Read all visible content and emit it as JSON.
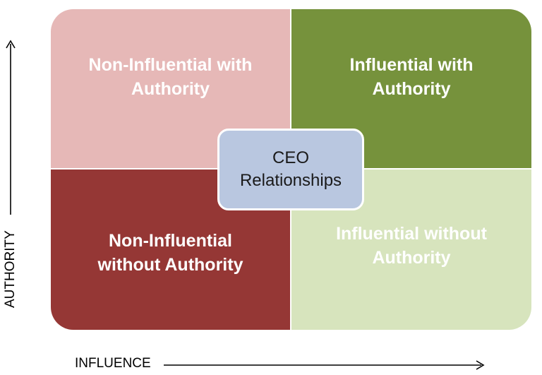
{
  "quadrants": {
    "top_left": {
      "line1": "Non-Influential with",
      "line2": "Authority",
      "color": "#e6b8b7"
    },
    "top_right": {
      "line1": "Influential with",
      "line2": "Authority",
      "color": "#76923c"
    },
    "bottom_left": {
      "line1": "Non-Influential",
      "line2": "without Authority",
      "color": "#953735"
    },
    "bottom_right": {
      "line1": "Influential without",
      "line2": "Authority",
      "color": "#d7e4bd"
    }
  },
  "center": {
    "line1": "CEO",
    "line2": "Relationships",
    "color": "#b9c7e0"
  },
  "axes": {
    "y_label": "AUTHORITY",
    "x_label": "INFLUENCE"
  }
}
